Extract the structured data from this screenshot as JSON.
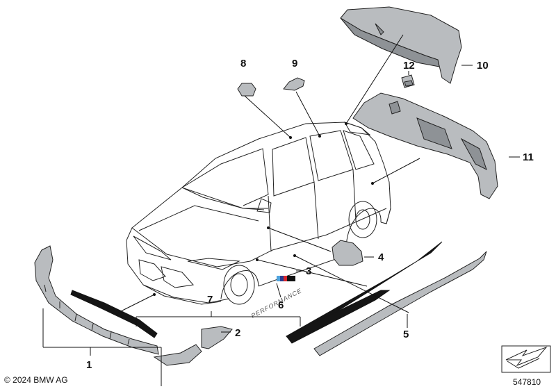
{
  "footer": {
    "copyright": "© 2024 BMW AG",
    "drawing_number": "547810"
  },
  "badge": {
    "performance_text": "PERFORMANCE"
  },
  "callouts": [
    {
      "id": "1",
      "label": "1"
    },
    {
      "id": "2",
      "label": "2"
    },
    {
      "id": "3",
      "label": "3"
    },
    {
      "id": "4",
      "label": "4"
    },
    {
      "id": "5",
      "label": "5"
    },
    {
      "id": "6",
      "label": "6"
    },
    {
      "id": "7",
      "label": "7"
    },
    {
      "id": "8",
      "label": "8"
    },
    {
      "id": "9",
      "label": "9"
    },
    {
      "id": "10",
      "label": "10"
    },
    {
      "id": "11",
      "label": "11"
    },
    {
      "id": "12",
      "label": "12"
    }
  ],
  "colors": {
    "part_fill": "#b9bcbf",
    "line": "#222222",
    "m_blue_light": "#4fa3de",
    "m_blue_dark": "#2a3c8f",
    "m_red": "#d9262c"
  }
}
